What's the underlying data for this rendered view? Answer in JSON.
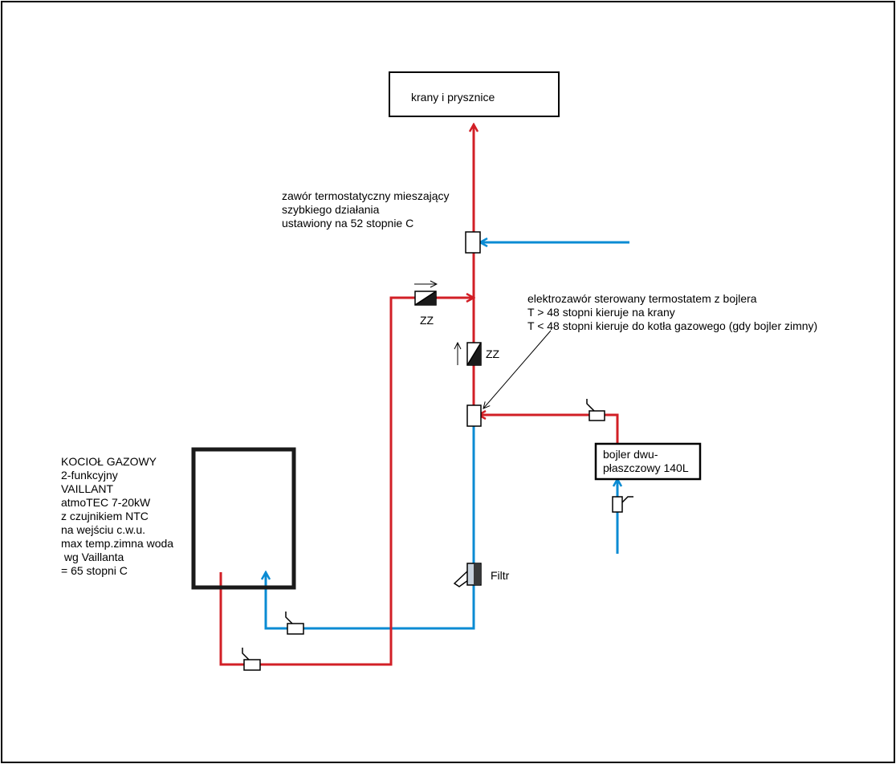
{
  "colors": {
    "hot": "#d21f26",
    "cold": "#0a8bd3",
    "outline": "#000000",
    "filter_light": "#c9d2dc",
    "filter_dark": "#3a3a3a"
  },
  "taps_box": {
    "label": "krany i prysznice"
  },
  "mixing_valve_note": {
    "lines": [
      "zawór termostatyczny mieszający",
      "szybkiego działania",
      "ustawiony na 52 stopnie C"
    ]
  },
  "solenoid_note": {
    "lines": [
      "elektrozawór sterowany termostatem z bojlera",
      "T > 48 stopni kieruje na krany",
      "T < 48 stopni kieruje do kotła gazowego (gdy bojler zimny)"
    ]
  },
  "boiler_tank": {
    "lines": [
      "bojler dwu-",
      "płaszczowy 140L"
    ]
  },
  "gas_boiler": {
    "lines": [
      "KOCIOŁ GAZOWY",
      "2-funkcyjny",
      "VAILLANT",
      "atmoTEC 7-20kW",
      "z czujnikiem NTC",
      "na wejściu c.w.u.",
      "max temp.zimna woda",
      " wg Vaillanta",
      "= 65 stopni C"
    ]
  },
  "check_valve_top": {
    "label": "ZZ"
  },
  "check_valve_mid": {
    "label": "ZZ"
  },
  "filter": {
    "label": "Filtr"
  }
}
